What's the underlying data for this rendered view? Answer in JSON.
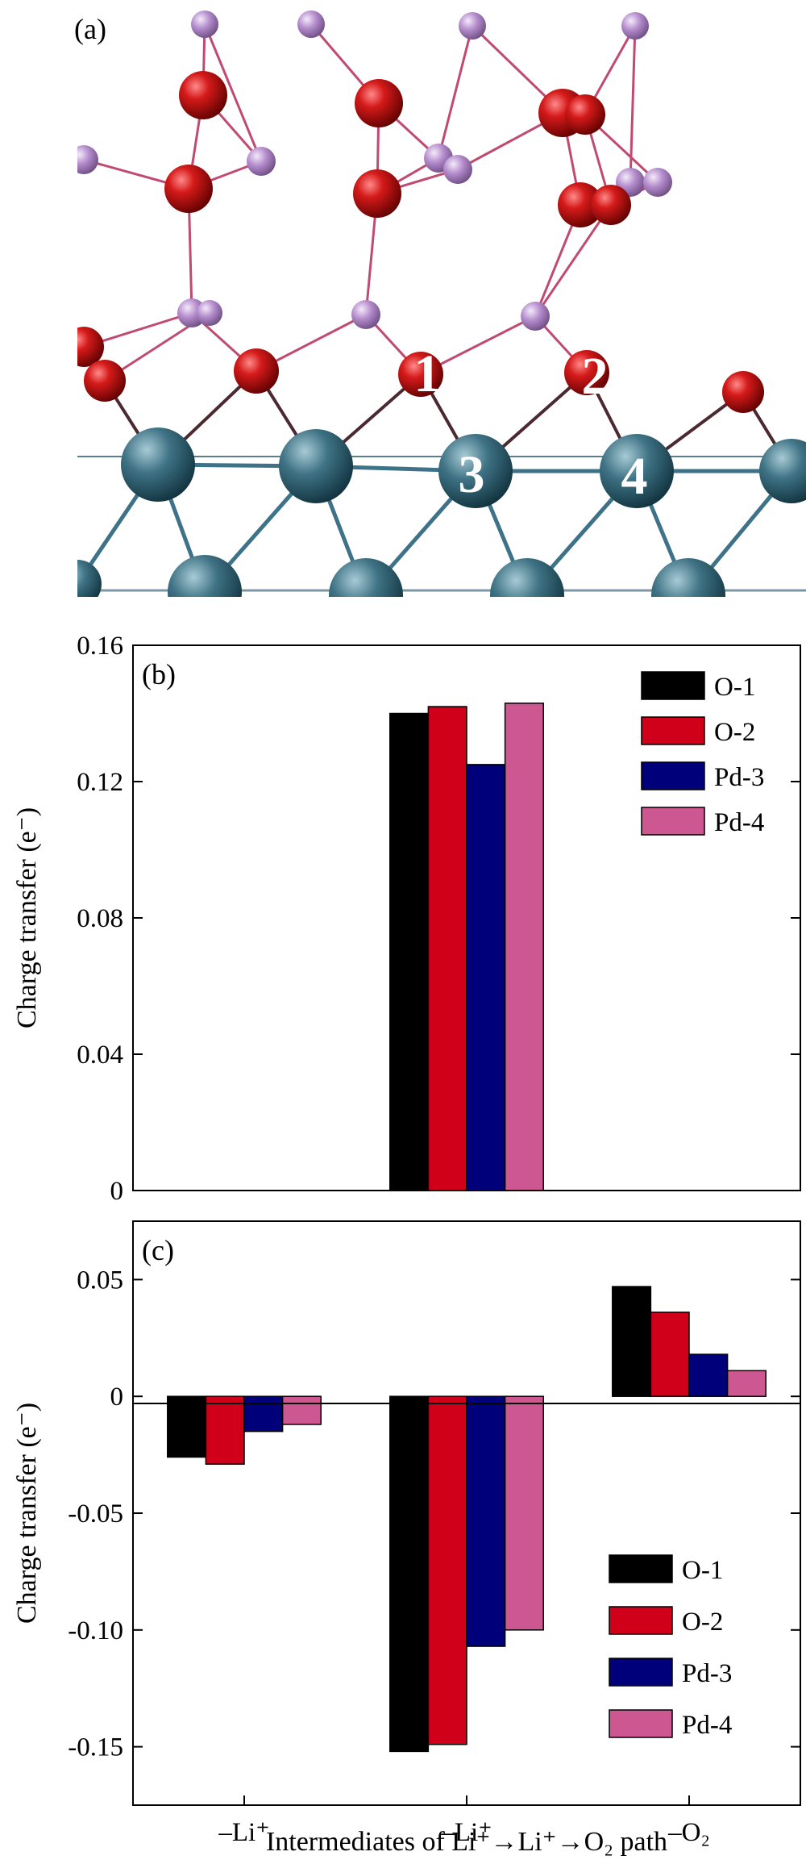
{
  "panel_a": {
    "label": "(a)",
    "site_labels": [
      "1",
      "2",
      "3",
      "4"
    ]
  },
  "chart_data": [
    {
      "type": "bar",
      "panel_label": "(b)",
      "ylabel": "Charge transfer (e⁻)",
      "ylim": [
        0,
        0.16
      ],
      "yticks": [
        0,
        0.04,
        0.08,
        0.12,
        0.16
      ],
      "ytick_labels": [
        "0",
        "0.04",
        "0.08",
        "0.12",
        "0.16"
      ],
      "categories": [
        "-Li⁺",
        "-Li⁺",
        "-O₂"
      ],
      "series": [
        {
          "name": "O-1",
          "color": "#000000",
          "values": [
            0,
            0.14,
            0
          ]
        },
        {
          "name": "O-2",
          "color": "#d0001a",
          "values": [
            0,
            0.142,
            0
          ]
        },
        {
          "name": "Pd-3",
          "color": "#00007a",
          "values": [
            0,
            0.125,
            0
          ]
        },
        {
          "name": "Pd-4",
          "color": "#cd5790",
          "values": [
            0,
            0.143,
            0
          ]
        }
      ],
      "legend_position": "top-right",
      "grid": false
    },
    {
      "type": "bar",
      "panel_label": "(c)",
      "ylabel": "Charge transfer (e⁻)",
      "xlabel": "Intermediates of Li⁺→Li⁺→O₂ path",
      "ylim": [
        -0.175,
        0.075
      ],
      "yticks": [
        0.05,
        0,
        -0.05,
        -0.1,
        -0.15
      ],
      "ytick_labels": [
        "0.05",
        "0",
        "-0.05",
        "-0.10",
        "-0.15"
      ],
      "categories": [
        "–Li⁺",
        "–Li⁺",
        "–O₂"
      ],
      "series": [
        {
          "name": "O-1",
          "color": "#000000",
          "values": [
            -0.026,
            -0.152,
            0.047
          ]
        },
        {
          "name": "O-2",
          "color": "#d0001a",
          "values": [
            -0.029,
            -0.149,
            0.036
          ]
        },
        {
          "name": "Pd-3",
          "color": "#00007a",
          "values": [
            -0.015,
            -0.107,
            0.018
          ]
        },
        {
          "name": "Pd-4",
          "color": "#cd5790",
          "values": [
            -0.012,
            -0.1,
            0.011
          ]
        }
      ],
      "legend_position": "bottom-right",
      "grid": false
    }
  ]
}
